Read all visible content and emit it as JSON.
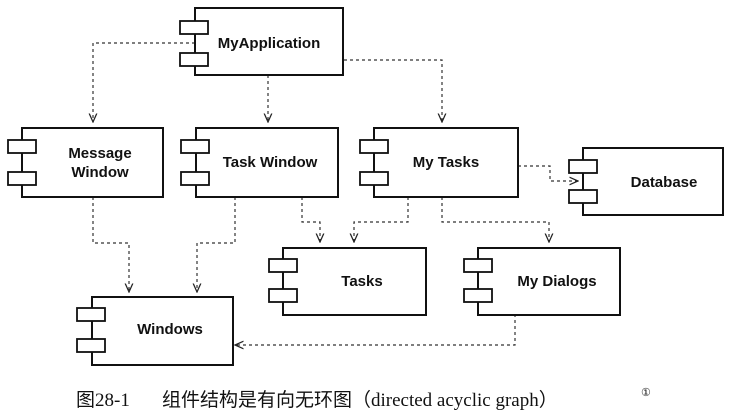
{
  "components": {
    "myapplication": "MyApplication",
    "message_window": [
      "Message",
      "Window"
    ],
    "task_window": "Task Window",
    "my_tasks": "My Tasks",
    "database": "Database",
    "tasks": "Tasks",
    "my_dialogs": "My Dialogs",
    "windows": "Windows"
  },
  "caption": {
    "number": "图28-1",
    "text": "组件结构是有向无环图（directed acyclic graph）",
    "footnote_mark": "①"
  }
}
